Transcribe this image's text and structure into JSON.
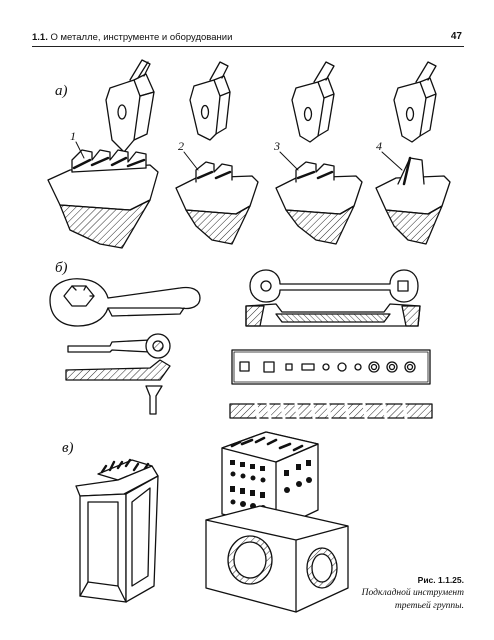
{
  "header": {
    "section": "1.1.",
    "title": "О металле, инструменте и оборудовании",
    "page_number": "47"
  },
  "figure": {
    "part_labels": [
      "а)",
      "б)",
      "в)"
    ],
    "item_numbers": [
      "1",
      "2",
      "3",
      "4"
    ]
  },
  "caption": {
    "title": "Рис. 1.1.25.",
    "line1": "Подкладной инструмент",
    "line2": "третьей группы."
  }
}
